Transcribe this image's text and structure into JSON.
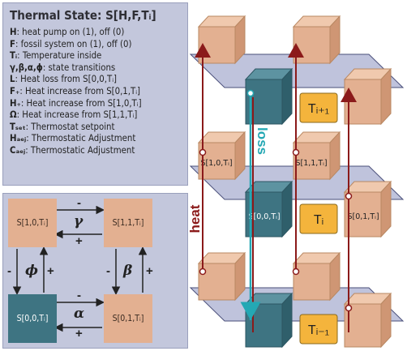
{
  "legend": {
    "title": "Thermal State: S[H,F,Tᵢ]",
    "rows": [
      {
        "key": "H",
        "text": ": heat pump on (1), off (0)"
      },
      {
        "key": "F",
        "text": ": fossil system on (1), off (0)"
      },
      {
        "key": "Tᵢ",
        "text": ": Temperature inside"
      },
      {
        "key": "γ,β,α,ϕ",
        "text": ": state transitions"
      },
      {
        "key": "L",
        "text": ": Heat loss from S[0,0,Tᵢ]"
      },
      {
        "key": "F₊",
        "text": ": Heat increase from S[0,1,Tᵢ]"
      },
      {
        "key": "H₊",
        "text": ": Heat increase from S[1,0,Tᵢ]"
      },
      {
        "key": "Ω",
        "text": ": Heat increase from S[1,1,Tᵢ]"
      },
      {
        "key": "Tₛₑₜ",
        "text": ": Thermostat setpoint"
      },
      {
        "key": "Hₐₑⱼ",
        "text": ": Thermostatic Adjustment"
      },
      {
        "key": "Cₐₑⱼ",
        "text": ": Thermostatic Adjustment"
      }
    ]
  },
  "state_machine": {
    "states": {
      "s10": "S[1,0,Tᵢ]",
      "s11": "S[1,1,Tᵢ]",
      "s00": "S[0,0,Tᵢ]",
      "s01": "S[0,1,Tᵢ]"
    },
    "transitions": {
      "gamma": "γ",
      "beta": "β",
      "alpha": "α",
      "phi": "ϕ"
    },
    "signs": {
      "minus": "-",
      "plus": "+"
    }
  },
  "cube": {
    "temp_labels": {
      "top": "Tᵢ₊₁",
      "mid": "Tᵢ",
      "bot": "Tᵢ₋₁"
    },
    "mid_states": {
      "s10": "S[1,0,Tᵢ]",
      "s11": "S[1,1,Tᵢ]",
      "s00": "S[0,0,Tᵢ]",
      "s01": "S[0,1,Tᵢ]"
    },
    "heat_label": "heat",
    "loss_label": "loss"
  },
  "colors": {
    "tan": "#e3b091",
    "teal": "#3e7482",
    "plane": "#b4b9d6",
    "heat_arrow": "#8b1a1a",
    "loss_arrow": "#24a8b4",
    "temp_box": "#f4b43c"
  }
}
